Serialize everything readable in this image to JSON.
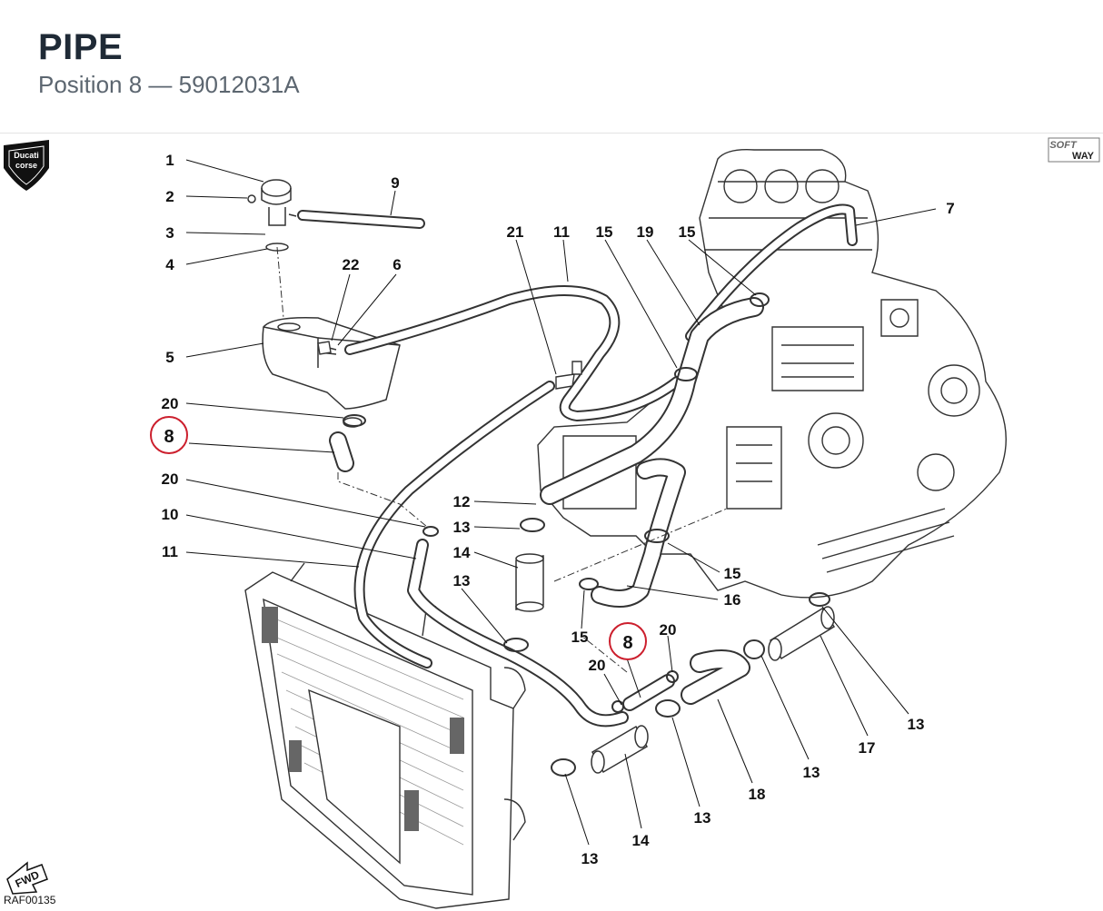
{
  "header": {
    "title": "PIPE",
    "subtitle": "Position 8 — 59012031A"
  },
  "highlight_color": "#cc1f2d",
  "logo": {
    "line1": "Ducati",
    "line2": "corse"
  },
  "badge": {
    "line1": "SOFT",
    "line2": "WAY"
  },
  "fwd_label": "FWD",
  "drawing_code": "RAF00135",
  "callouts": {
    "c1": "1",
    "c2": "2",
    "c3": "3",
    "c4": "4",
    "c5": "5",
    "c20a": "20",
    "c8a": "8",
    "c20b": "20",
    "c10": "10",
    "c11a": "11",
    "c9": "9",
    "c22": "22",
    "c6": "6",
    "c21": "21",
    "c11b": "11",
    "c15a": "15",
    "c19": "19",
    "c15b": "15",
    "c7": "7",
    "c12": "12",
    "c13a": "13",
    "c14a": "14",
    "c13b": "13",
    "c15c": "15",
    "c16": "16",
    "c15d": "15",
    "c8b": "8",
    "c20c": "20",
    "c20d": "20",
    "c13c": "13",
    "c17": "17",
    "c13d": "13",
    "c18": "18",
    "c13e": "13",
    "c14b": "14",
    "c13f": "13"
  }
}
